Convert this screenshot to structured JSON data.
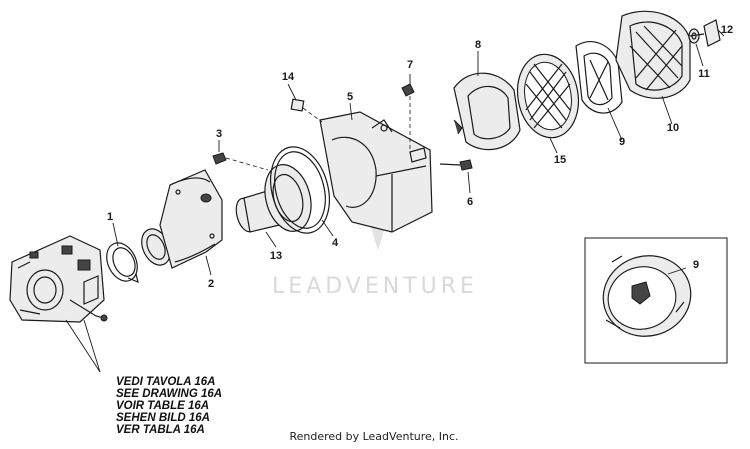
{
  "diagram": {
    "callouts": [
      "1",
      "2",
      "3",
      "4",
      "5",
      "6",
      "7",
      "8",
      "9",
      "10",
      "11",
      "12",
      "13",
      "14",
      "15"
    ],
    "inset_callout": "9",
    "reference_notes": [
      "VEDI TAVOLA 16A",
      "SEE DRAWING 16A",
      "VOIR TABLE 16A",
      "SEHEN BILD 16A",
      "VER TABLA 16A"
    ],
    "watermark": "LEADVENTURE",
    "footer": "Rendered by LeadVenture, Inc."
  }
}
